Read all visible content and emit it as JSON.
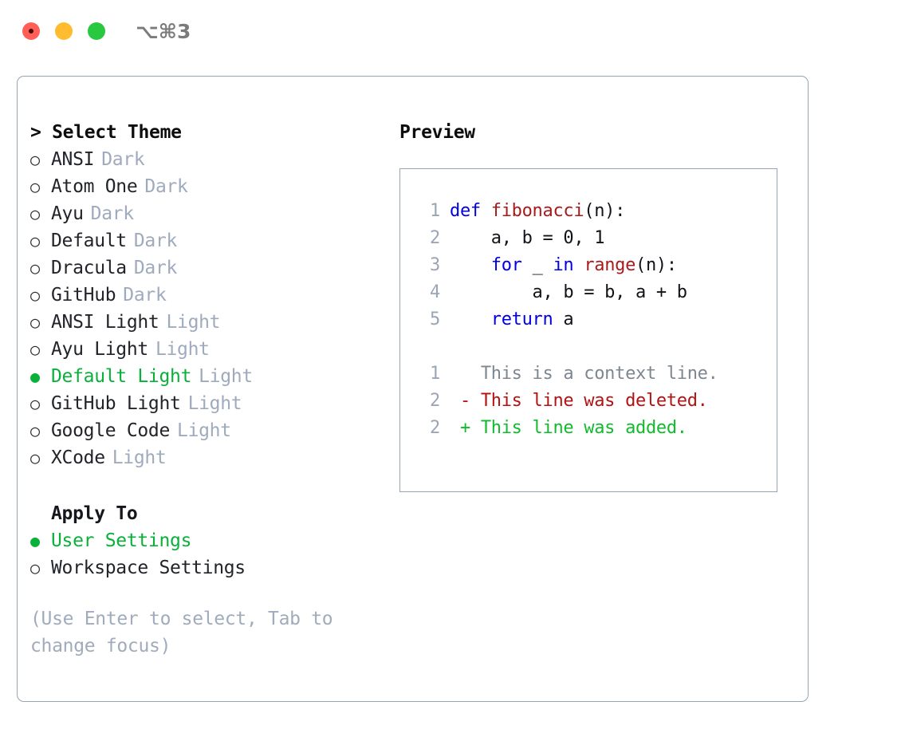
{
  "titlebar": {
    "lights": [
      "close-red",
      "minimize-yellow",
      "zoom-green"
    ],
    "shortcut": "⌥⌘3"
  },
  "theme_panel": {
    "header": "> Select Theme",
    "items": [
      {
        "marker": "○",
        "label": "ANSI",
        "tag": "Dark",
        "selected": false
      },
      {
        "marker": "○",
        "label": "Atom One",
        "tag": "Dark",
        "selected": false
      },
      {
        "marker": "○",
        "label": "Ayu",
        "tag": "Dark",
        "selected": false
      },
      {
        "marker": "○",
        "label": "Default",
        "tag": "Dark",
        "selected": false
      },
      {
        "marker": "○",
        "label": "Dracula",
        "tag": "Dark",
        "selected": false
      },
      {
        "marker": "○",
        "label": "GitHub",
        "tag": "Dark",
        "selected": false
      },
      {
        "marker": "○",
        "label": "ANSI Light",
        "tag": "Light",
        "selected": false
      },
      {
        "marker": "○",
        "label": "Ayu Light",
        "tag": "Light",
        "selected": false
      },
      {
        "marker": "●",
        "label": "Default Light",
        "tag": "Light",
        "selected": true
      },
      {
        "marker": "○",
        "label": "GitHub Light",
        "tag": "Light",
        "selected": false
      },
      {
        "marker": "○",
        "label": "Google Code",
        "tag": "Light",
        "selected": false
      },
      {
        "marker": "○",
        "label": "XCode",
        "tag": "Light",
        "selected": false
      }
    ]
  },
  "apply_to": {
    "header": "Apply To",
    "items": [
      {
        "marker": "●",
        "label": "User Settings",
        "selected": true
      },
      {
        "marker": "○",
        "label": "Workspace Settings",
        "selected": false
      }
    ]
  },
  "hint": "(Use Enter to select, Tab to change focus)",
  "preview": {
    "title": "Preview",
    "code_lines": [
      {
        "no": "1",
        "tokens": [
          {
            "t": "def ",
            "c": "kw"
          },
          {
            "t": "fibonacci",
            "c": "fn"
          },
          {
            "t": "(n):",
            "c": "plain"
          }
        ]
      },
      {
        "no": "2",
        "tokens": [
          {
            "t": "    a, b = 0, 1",
            "c": "plain"
          }
        ]
      },
      {
        "no": "3",
        "tokens": [
          {
            "t": "    ",
            "c": "plain"
          },
          {
            "t": "for",
            "c": "kw"
          },
          {
            "t": " _ ",
            "c": "plain"
          },
          {
            "t": "in",
            "c": "kw"
          },
          {
            "t": " ",
            "c": "plain"
          },
          {
            "t": "range",
            "c": "fn"
          },
          {
            "t": "(n):",
            "c": "plain"
          }
        ]
      },
      {
        "no": "4",
        "tokens": [
          {
            "t": "        a, b = b, a + b",
            "c": "plain"
          }
        ]
      },
      {
        "no": "5",
        "tokens": [
          {
            "t": "    ",
            "c": "plain"
          },
          {
            "t": "return",
            "c": "kw"
          },
          {
            "t": " a",
            "c": "plain"
          }
        ]
      }
    ],
    "diff_lines": [
      {
        "no": "1",
        "tokens": [
          {
            "t": "   This is a context line.",
            "c": "ctx"
          }
        ]
      },
      {
        "no": "2",
        "tokens": [
          {
            "t": " - This line was deleted.",
            "c": "del"
          }
        ]
      },
      {
        "no": "2",
        "tokens": [
          {
            "t": " + This line was added.",
            "c": "add"
          }
        ]
      }
    ]
  },
  "colors": {
    "accent_green": "#0bb03b",
    "added_green": "#12bb2c",
    "deleted_red": "#b31212",
    "keyword_blue": "#0000e6",
    "function_red": "#a91b1b",
    "muted_tag": "#9fabbd",
    "border": "#97a3b6"
  }
}
